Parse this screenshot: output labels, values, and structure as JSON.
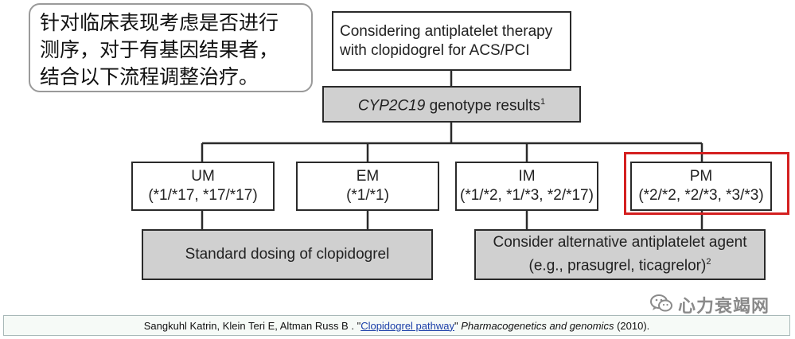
{
  "note": {
    "lines": [
      "针对临床表现考虑是否进行",
      "测序，对于有基因结果者，",
      "结合以下流程调整治疗。"
    ]
  },
  "flowchart": {
    "start": {
      "line1": "Considering antiplatelet therapy",
      "line2": "with clopidogrel for ACS/PCI"
    },
    "genotype": {
      "gene": "CYP2C19",
      "text": " genotype results",
      "footnote": "1"
    },
    "phenotypes": [
      {
        "name": "UM",
        "genotypes": "(*1/*17, *17/*17)"
      },
      {
        "name": "EM",
        "genotypes": "(*1/*1)"
      },
      {
        "name": "IM",
        "genotypes": "(*1/*2, *1/*3, *2/*17)"
      },
      {
        "name": "PM",
        "genotypes": "(*2/*2, *2/*3, *3/*3)"
      }
    ],
    "recommendations": {
      "standard": "Standard dosing of clopidogrel",
      "alternative_line1": "Consider alternative antiplatelet agent",
      "alternative_line2": "(e.g., prasugrel, ticagrelor)",
      "alternative_footnote": "2"
    },
    "highlight_color": "#d42020"
  },
  "watermark": {
    "icon": "wechat-icon",
    "text": "心力衰竭网"
  },
  "citation": {
    "authors": "Sangkuhl Katrin, Klein Teri E, Altman Russ B . \"",
    "link": "Clopidogrel pathway",
    "after_link": "\" ",
    "journal": "Pharmacogenetics and genomics",
    "year": " (2010)."
  }
}
